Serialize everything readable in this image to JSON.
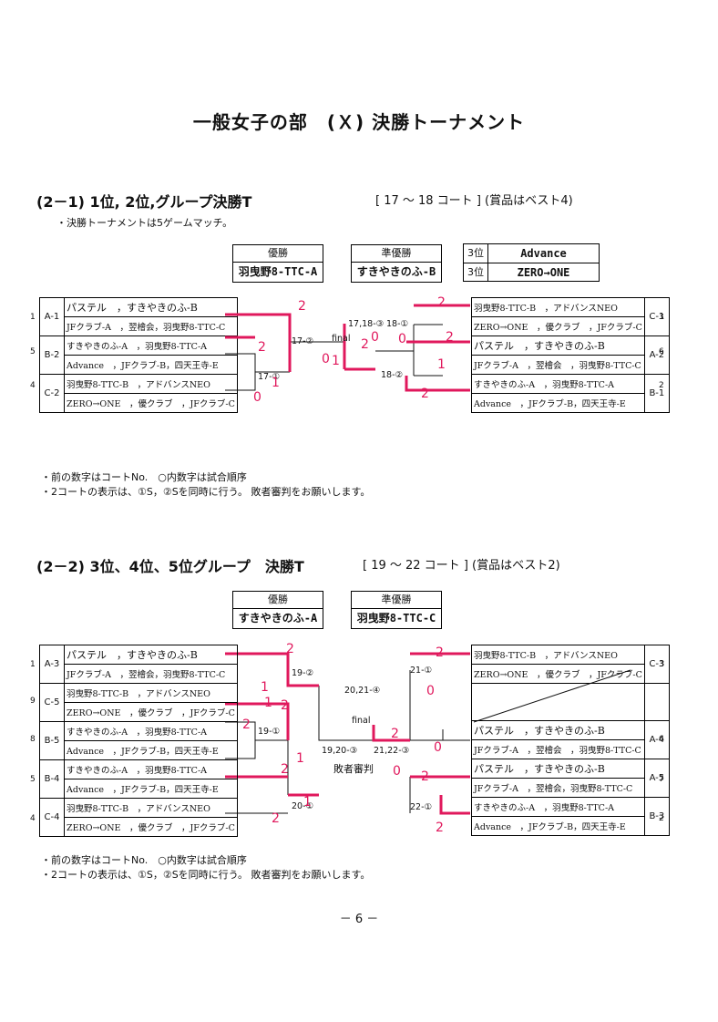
{
  "page": {
    "title": "一般女子の部　(Ｘ) 決勝トーナメント",
    "page_no": "－ 6 －"
  },
  "sec1": {
    "title": "(2－1) 1位, 2位,グループ決勝T",
    "court": "[ 17 ～ 18 コート ] (賞品はベスト4)",
    "note": "・決勝トーナメントは5ゲームマッチ。",
    "win_label": "優勝",
    "win_value": "羽曳野8-TTC-A",
    "runner_label": "準優勝",
    "runner_value": "すきやきのふ-B",
    "third": [
      {
        "label": "3位",
        "value": "Advance"
      },
      {
        "label": "3位",
        "value": "ZERO→ONE"
      }
    ],
    "left": [
      {
        "seed": "1",
        "group": "A-1",
        "line1": "パステル　，すきやきのふ-B",
        "line2": "JFクラブ-A　，翌檜会，羽曳野8-TTC-C"
      },
      {
        "seed": "5",
        "group": "B-2",
        "line1": "すきやきのふ-A　，羽曳野8-TTC-A",
        "line2": "Advance　，JFクラブ-B，四天王寺-E"
      },
      {
        "seed": "4",
        "group": "C-2",
        "line1": "羽曳野8-TTC-B　，アドバンスNEO",
        "line2": "ZERO→ONE　，優クラブ　，JFクラブ-C"
      }
    ],
    "right": [
      {
        "seed": "3",
        "group": "C-1",
        "line1": "羽曳野8-TTC-B　，アドバンスNEO",
        "line2": "ZERO→ONE　，優クラブ　，JFクラブ-C"
      },
      {
        "seed": "6",
        "group": "A-2",
        "line1": "パステル　，すきやきのふ-B",
        "line2": "JFクラブ-A　，翌檜会　，羽曳野8-TTC-C"
      },
      {
        "seed": "2",
        "group": "B-1",
        "line1": "すきやきのふ-A　，羽曳野8-TTC-A",
        "line2": "Advance　，JFクラブ-B，四天王寺-E"
      }
    ],
    "matches": {
      "m17_1": "17-①",
      "m17_2": "17-②",
      "final": "17,18-③",
      "final_lbl": "final",
      "m18_1": "18-①",
      "m18_2": "18-②"
    },
    "notes": [
      "・前の数字はコートNo.　○内数字は試合順序",
      "・2コートの表示は、①S，②Sを同時に行う。 敗者審判をお願いします。"
    ]
  },
  "sec2": {
    "title": "(2－2) 3位、4位、5位グループ　決勝T",
    "court": "[ 19 ～ 22 コート ] (賞品はベスト2)",
    "win_label": "優勝",
    "win_value": "すきやきのふ-A",
    "runner_label": "準優勝",
    "runner_value": "羽曳野8-TTC-C",
    "left": [
      {
        "seed": "1",
        "group": "A-3",
        "line1": "パステル　，すきやきのふ-B",
        "line2": "JFクラブ-A　，翌檜会，羽曳野8-TTC-C"
      },
      {
        "seed": "9",
        "group": "C-5",
        "line1": "羽曳野8-TTC-B　，アドバンスNEO",
        "line2": "ZERO→ONE　，優クラブ　，JFクラブ-C"
      },
      {
        "seed": "8",
        "group": "B-5",
        "line1": "すきやきのふ-A　，羽曳野8-TTC-A",
        "line2": "Advance　，JFクラブ-B，四天王寺-E"
      },
      {
        "seed": "5",
        "group": "B-4",
        "line1": "すきやきのふ-A　，羽曳野8-TTC-A",
        "line2": "Advance　，JFクラブ-B，四天王寺-E"
      },
      {
        "seed": "4",
        "group": "C-4",
        "line1": "羽曳野8-TTC-B　，アドバンスNEO",
        "line2": "ZERO→ONE　，優クラブ　，JFクラブ-C"
      }
    ],
    "right": [
      {
        "seed": "3",
        "group": "C-3",
        "line1": "羽曳野8-TTC-B　，アドバンスNEO",
        "line2": "ZERO→ONE　，優クラブ　，JFクラブ-C"
      },
      {
        "seed": "6",
        "group": "A-4",
        "line1": "パステル　，すきやきのふ-B",
        "line2": "JFクラブ-A　，翌檜会　，羽曳野8-TTC-C"
      },
      {
        "seed": "7",
        "group": "A-5",
        "line1": "パステル　，すきやきのふ-B",
        "line2": "JFクラブ-A　，翌檜会，羽曳野8-TTC-C"
      },
      {
        "seed": "2",
        "group": "B-3",
        "line1": "すきやきのふ-A　，羽曳野8-TTC-A",
        "line2": "Advance　，JFクラブ-B，四天王寺-E"
      }
    ],
    "matches": {
      "m19_1": "19-①",
      "m19_2": "19-②",
      "m20_1": "20-①",
      "final": "20,21-④",
      "final_lbl": "final",
      "m19_20_3": "19,20-③",
      "m21_22_3": "21,22-③",
      "referee": "敗者審判",
      "m21_1": "21-①",
      "m22_1": "22-①"
    },
    "notes": [
      "・前の数字はコートNo.　○内数字は試合順序",
      "・2コートの表示は、①S，②Sを同時に行う。 敗者審判をお願いします。"
    ]
  },
  "handwritten": {
    "s1": [
      "2",
      "1",
      "2",
      "0",
      "1",
      "0",
      "2",
      "0",
      "0",
      "2",
      "2",
      "1",
      "2"
    ],
    "s2": [
      "2",
      "1",
      "1",
      "2",
      "2",
      "1",
      "2",
      "1",
      "2",
      "2",
      "0",
      "2",
      "0",
      "0",
      "2",
      "2"
    ]
  },
  "colors": {
    "ink": "#111111",
    "marker": "#e0185c"
  }
}
